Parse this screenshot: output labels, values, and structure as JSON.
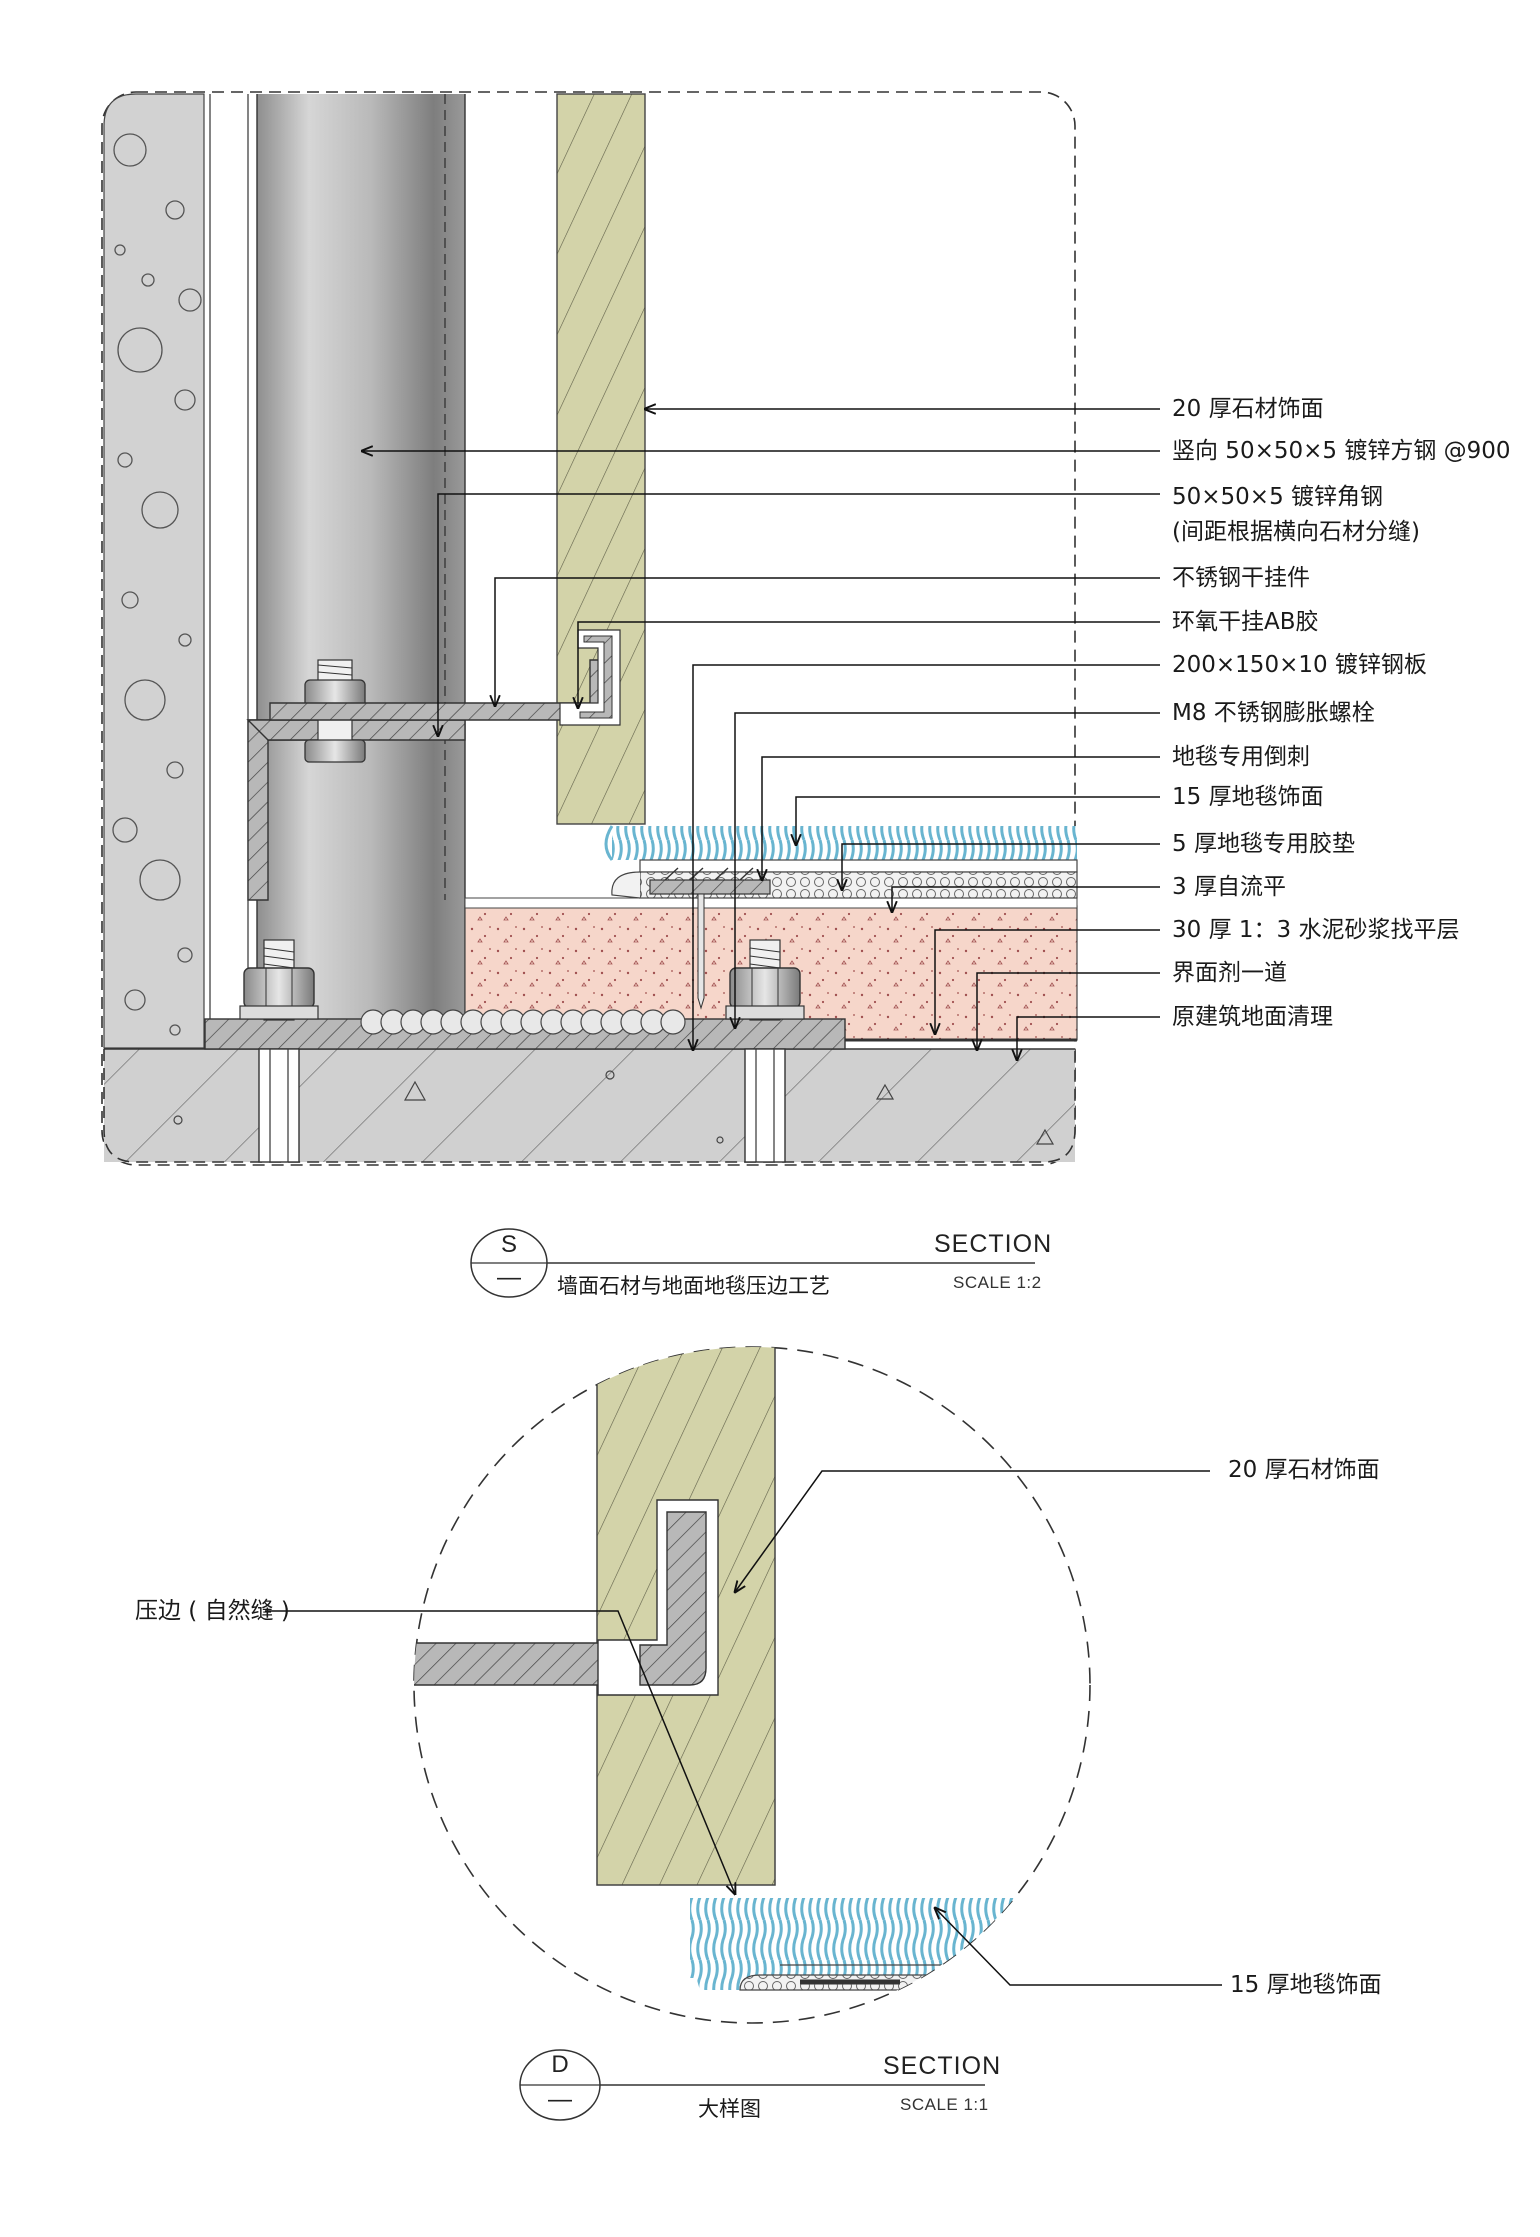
{
  "section_s": {
    "labels": [
      "20 厚石材饰面",
      "竖向 50×50×5 镀锌方钢 @900",
      "50×50×5 镀锌角钢\n(间距根据横向石材分缝)",
      "不锈钢干挂件",
      "环氧干挂AB胶",
      "200×150×10 镀锌钢板",
      "M8 不锈钢膨胀螺栓",
      "地毯专用倒刺",
      "15 厚地毯饰面",
      "5 厚地毯专用胶垫",
      "3 厚自流平",
      "30 厚 1：3 水泥砂浆找平层",
      "界面剂一道",
      "原建筑地面清理"
    ],
    "title_block": {
      "symbol_letter": "S",
      "symbol_sub": "—",
      "kind": "SECTION",
      "name": "墙面石材与地面地毯压边工艺",
      "scale": "SCALE 1:2"
    }
  },
  "section_d": {
    "labels": {
      "stone": "20 厚石材饰面",
      "edge": "压边 ( 自然缝 )",
      "carpet": "15 厚地毯饰面"
    },
    "title_block": {
      "symbol_letter": "D",
      "symbol_sub": "—",
      "kind": "SECTION",
      "name": "大样图",
      "scale": "SCALE 1:1"
    }
  },
  "colors": {
    "stone": "#d3d3a9",
    "concrete": "#d2d2d2",
    "mortar": "#f6d6ca",
    "carpet": "#7ebfd6",
    "steel": "#b3b3b3"
  }
}
